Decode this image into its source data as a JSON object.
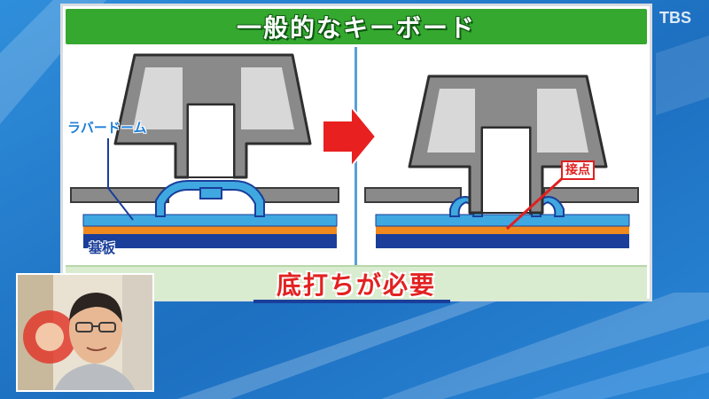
{
  "title": "一般的なキーボード",
  "labels": {
    "rubber_dome": "ラバードーム",
    "board": "基板",
    "contact": "接点"
  },
  "conclusion": "底打ちが必要",
  "broadcaster": "TBS",
  "icons": {
    "arrow": "right-arrow-icon",
    "logo": "tbs-logo",
    "presenter": "presenter-video-inset"
  },
  "colors": {
    "title_bar": "#35a82f",
    "keycap": "#8a8a8a",
    "rubber_dome": "#3fa8e0",
    "board_orange": "#f08a1e",
    "board_navy": "#1a3e9a",
    "arrow": "#e82020",
    "conclusion_text": "#e22222"
  }
}
